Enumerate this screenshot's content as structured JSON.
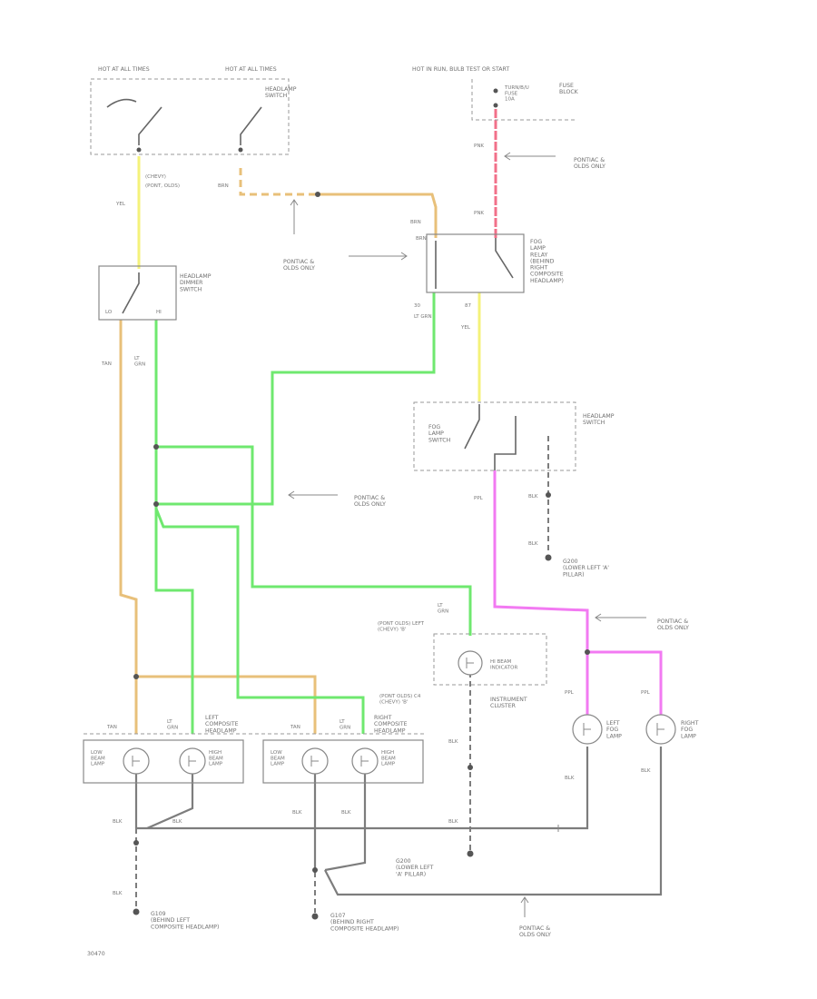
{
  "labels": {
    "hot_all_times_1": "HOT AT ALL TIMES",
    "hot_all_times_2": "HOT AT ALL TIMES",
    "headlamp_switch_top": "HEADLAMP\nSWITCH",
    "hot_in_run": "HOT IN RUN, BULB TEST OR START",
    "fuse_block": "FUSE\nBLOCK",
    "turn_fuse": "TURN/B/U\nFUSE\n10A",
    "pnk1": "PNK",
    "pnk2": "PNK",
    "pontiac_olds_1": "PONTIAC &\nOLDS ONLY",
    "yel_1": "YEL",
    "chevy": "(CHEVY)",
    "pont_olds": "(PONT, OLDS)",
    "brn_1": "BRN",
    "brn_2": "BRN",
    "brn_3": "BRN",
    "pontiac_olds_2": "PONTIAC &\nOLDS ONLY",
    "fog_relay": "FOG\nLAMP\nRELAY\n(BEHIND\nRIGHT\nCOMPOSITE\nHEADLAMP)",
    "num_30": "30",
    "num_87": "87",
    "lt_grn_1": "LT GRN",
    "yel_2": "YEL",
    "dimmer_switch": "HEADLAMP\nDIMMER\nSWITCH",
    "lo": "LO",
    "hi": "HI",
    "tan_1": "TAN",
    "lt_grn_2": "LT\nGRN",
    "fog_switch": "FOG\nLAMP\nSWITCH",
    "headlamp_switch_2": "HEADLAMP\nSWITCH",
    "pontiac_olds_3": "PONTIAC &\nOLDS ONLY",
    "ppl": "PPL",
    "blk_1": "BLK",
    "blk_2": "BLK",
    "g200": "G200\n(LOWER LEFT 'A'\nPILLAR)",
    "pontiac_olds_4": "PONTIAC &\nOLDS ONLY",
    "lt_grn_3": "LT\nGRN",
    "pont_olds_left": "(PONT OLDS) LEFT\n(CHEVY) 'B'",
    "hi_beam": "HI BEAM\nINDICATOR",
    "pont_olds_c4": "(PONT OLDS) C4\n(CHEVY) 'B'",
    "instrument_cluster": "INSTRUMENT\nCLUSTER",
    "ppl_2": "PPL",
    "ppl_3": "PPL",
    "tan_2": "TAN",
    "lt_grn_4": "LT\nGRN",
    "left_composite": "LEFT\nCOMPOSITE\nHEADLAMP",
    "tan_3": "TAN",
    "lt_grn_5": "LT\nGRN",
    "right_composite": "RIGHT\nCOMPOSITE\nHEADLAMP",
    "low_beam_1": "LOW\nBEAM\nLAMP",
    "high_beam_1": "HIGH\nBEAM\nLAMP",
    "low_beam_2": "LOW\nBEAM\nLAMP",
    "high_beam_2": "HIGH\nBEAM\nLAMP",
    "left_fog": "LEFT\nFOG\nLAMP",
    "right_fog": "RIGHT\nFOG\nLAMP",
    "blk_3": "BLK",
    "blk_4": "BLK",
    "blk_5": "BLK",
    "blk_6": "BLK",
    "blk_7": "BLK",
    "blk_8": "BLK",
    "blk_9": "BLK",
    "blk_10": "BLK",
    "blk_11": "BLK",
    "g200_2": "G200\n(LOWER LEFT\n'A' PILLAR)",
    "g109": "G109\n(BEHIND LEFT\nCOMPOSITE HEADLAMP)",
    "g107": "G107\n(BEHIND RIGHT\nCOMPOSITE HEADLAMP)",
    "pontiac_olds_5": "PONTIAC &\nOLDS ONLY",
    "figure_id": "30470"
  },
  "colors": {
    "yellow": "#f4f27a",
    "tan": "#e8c07a",
    "green": "#6fe86f",
    "pink": "#f2708a",
    "purple": "#f27af2",
    "grey": "#7d7d7d"
  }
}
